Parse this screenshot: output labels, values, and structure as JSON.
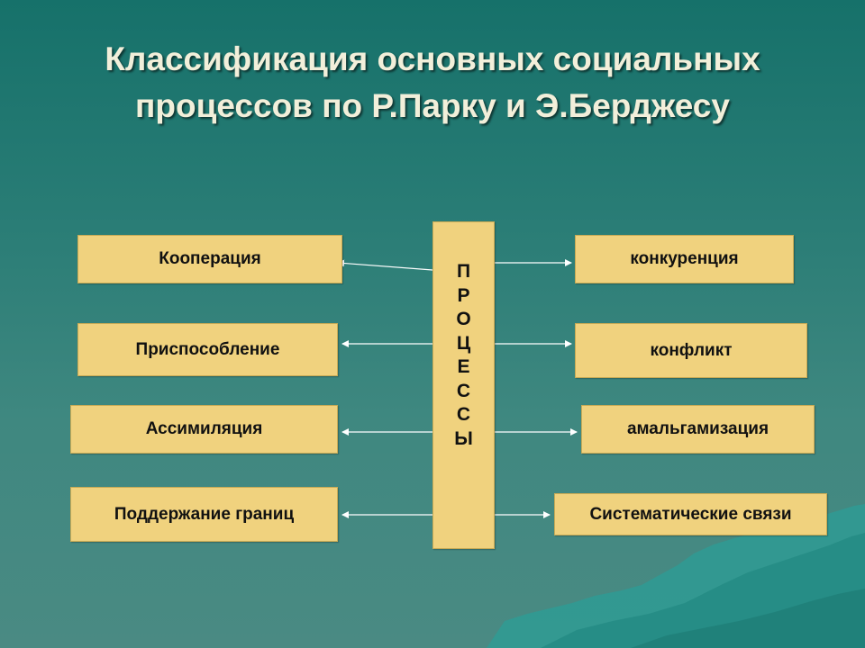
{
  "title": {
    "line1": "Классификация основных социальных",
    "line2": "процессов по Р.Парку и Э.Берджесу"
  },
  "center": {
    "letters": [
      "П",
      "Р",
      "О",
      "Ц",
      "Е",
      "С",
      "С",
      "Ы"
    ]
  },
  "left_items": [
    {
      "label": "Кооперация"
    },
    {
      "label": "Приспособление"
    },
    {
      "label": "Ассимиляция"
    },
    {
      "label": "Поддержание границ"
    }
  ],
  "right_items": [
    {
      "label": "конкуренция"
    },
    {
      "label": "конфликт"
    },
    {
      "label": "амальгамизация"
    },
    {
      "label": "Систематические связи"
    }
  ],
  "colors": {
    "box_fill": "#f0d27e",
    "box_border": "#c9ab55",
    "title_text": "#f2efda",
    "background": "#2a7d76",
    "arrow": "#ffffff"
  }
}
